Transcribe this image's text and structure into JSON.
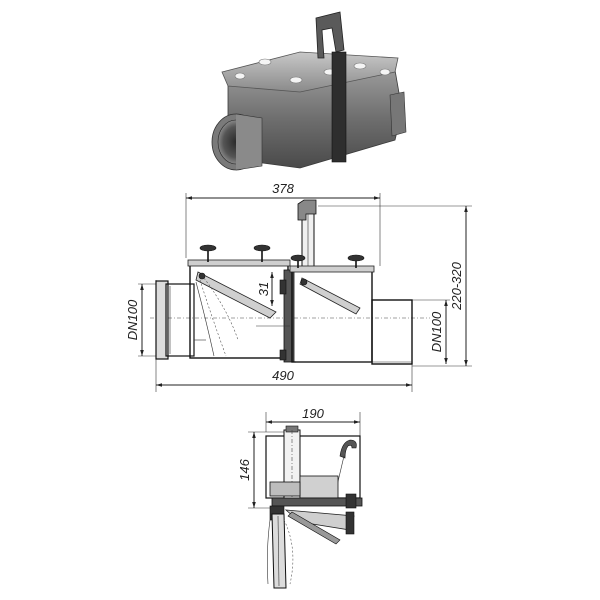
{
  "drawing": {
    "top_view_width": "378",
    "overall_length": "490",
    "height_range": "220-320",
    "inlet_diameter": "DN100",
    "outlet_diameter": "DN100",
    "flap_offset": "31",
    "end_view_width": "190",
    "end_view_height": "146"
  },
  "colors": {
    "line": "#222222",
    "product_body": "#6b6b6b",
    "product_light": "#a8a8a8",
    "background": "#ffffff"
  }
}
